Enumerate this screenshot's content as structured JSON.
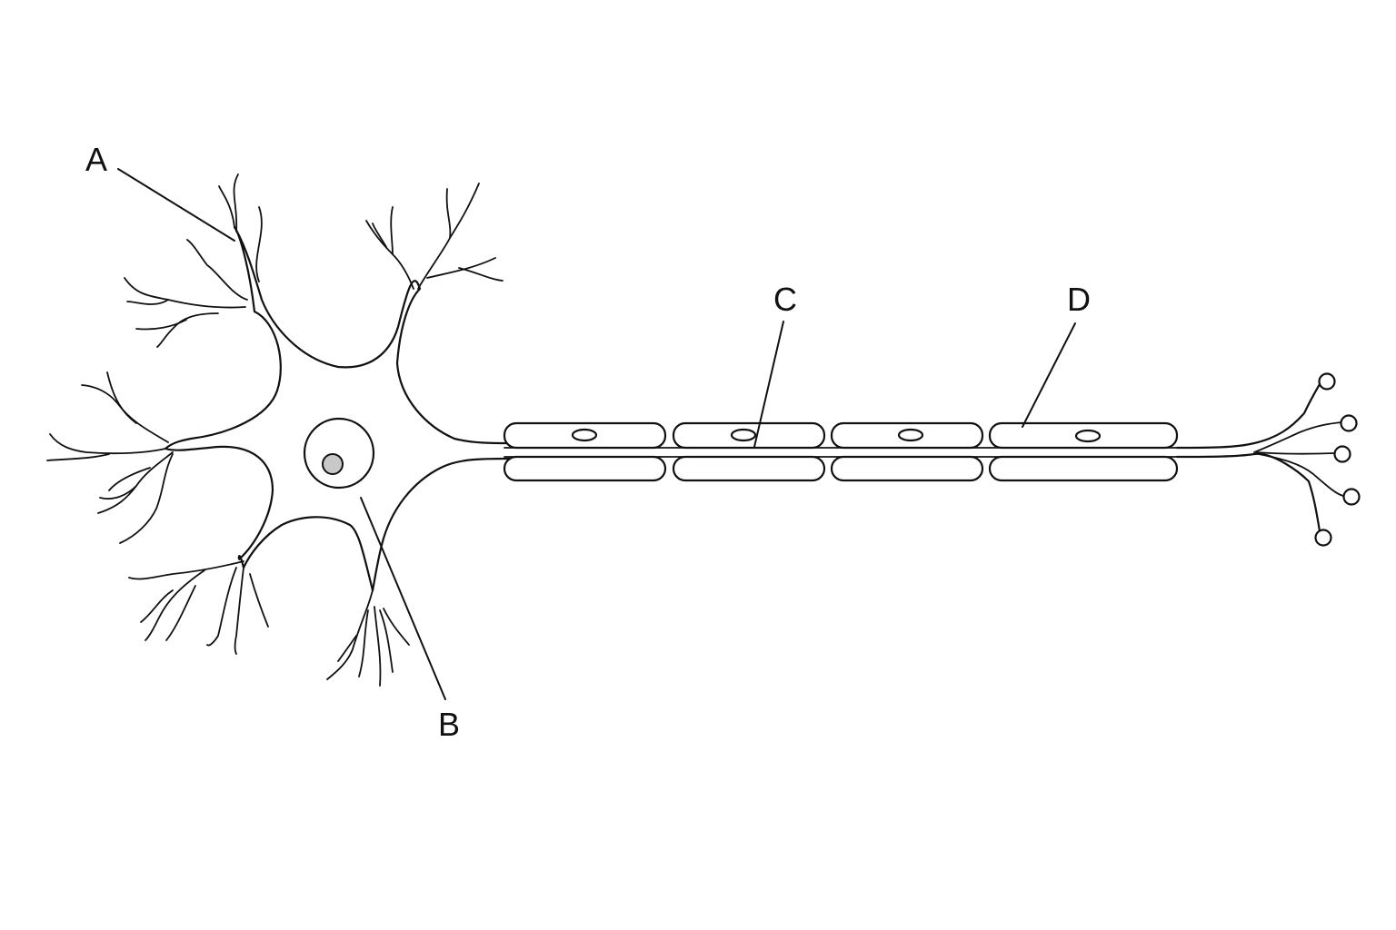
{
  "labels": {
    "a": "A",
    "b": "B",
    "c": "C",
    "d": "D"
  },
  "colors": {
    "line": "#111111",
    "background": "#ffffff",
    "nucleolus": "#c8c8c8"
  }
}
